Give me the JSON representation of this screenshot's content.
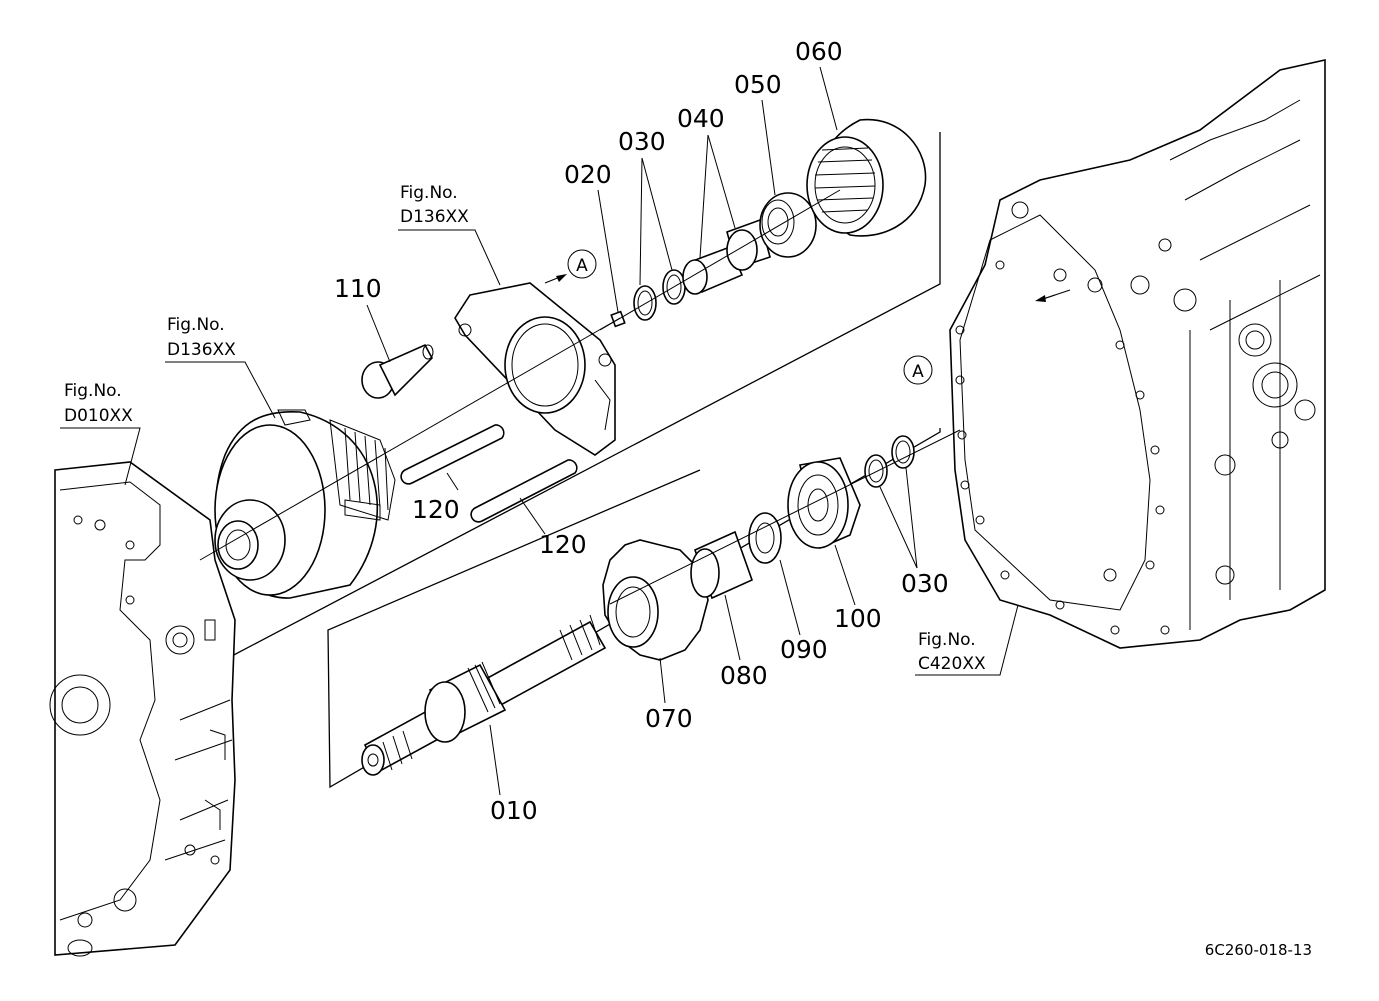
{
  "diagram": {
    "part_numbers": {
      "p010": "010",
      "p020": "020",
      "p030a": "030",
      "p030b": "030",
      "p040": "040",
      "p050": "050",
      "p060": "060",
      "p070": "070",
      "p080": "080",
      "p090": "090",
      "p100": "100",
      "p110": "110",
      "p120a": "120",
      "p120b": "120"
    },
    "figure_refs": {
      "d136_top": {
        "prefix": "Fig.No.",
        "code": "D136XX"
      },
      "d136_left": {
        "prefix": "Fig.No.",
        "code": "D136XX"
      },
      "d010": {
        "prefix": "Fig.No.",
        "code": "D010XX"
      },
      "c420": {
        "prefix": "Fig.No.",
        "code": "C420XX"
      }
    },
    "view_markers": {
      "a_left": "A",
      "a_right": "A"
    },
    "document_id": "6C260-018-13"
  }
}
